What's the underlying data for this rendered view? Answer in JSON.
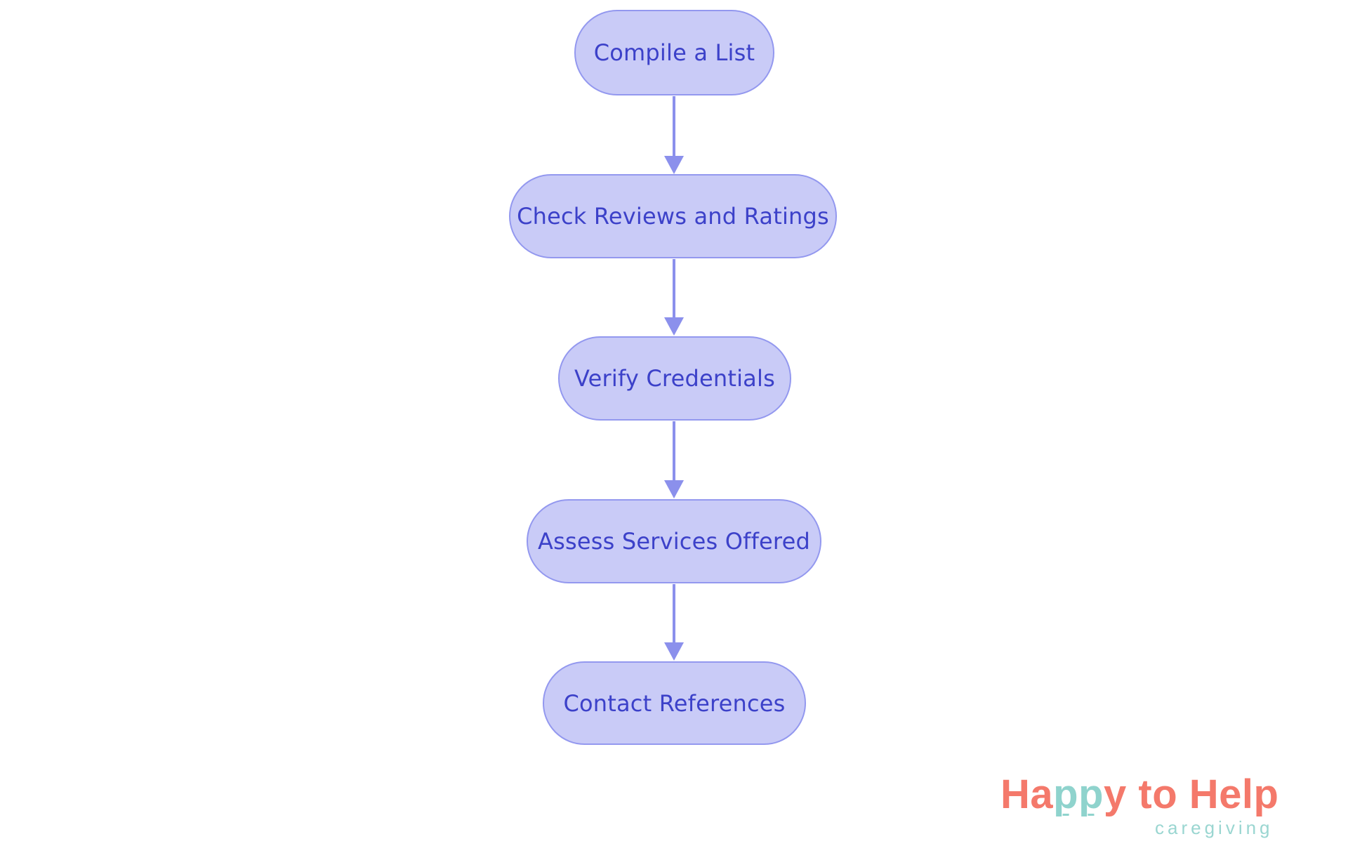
{
  "flowchart": {
    "type": "vertical-flow",
    "flow_direction": "top-to-bottom",
    "nodes": [
      {
        "id": "compile-list",
        "label": "Compile a List"
      },
      {
        "id": "check-reviews",
        "label": "Check Reviews and Ratings"
      },
      {
        "id": "verify-credentials",
        "label": "Verify Credentials"
      },
      {
        "id": "assess-services",
        "label": "Assess Services Offered"
      },
      {
        "id": "contact-references",
        "label": "Contact References"
      }
    ],
    "connections": [
      {
        "from": "compile-list",
        "to": "check-reviews"
      },
      {
        "from": "check-reviews",
        "to": "verify-credentials"
      },
      {
        "from": "verify-credentials",
        "to": "assess-services"
      },
      {
        "from": "assess-services",
        "to": "contact-references"
      }
    ],
    "colors": {
      "node_fill": "#C9CBF7",
      "node_border": "#9398EF",
      "node_text": "#3C41C9",
      "arrow": "#8B90EC",
      "background": "#FFFFFF"
    }
  },
  "logo": {
    "title_part1": "Ha",
    "title_part2": "pp",
    "title_part3": "y to Help",
    "subtitle": "caregiving",
    "colors": {
      "coral": "#F4796B",
      "teal": "#8FD3CD",
      "teal_light": "#9AD6D1"
    }
  }
}
